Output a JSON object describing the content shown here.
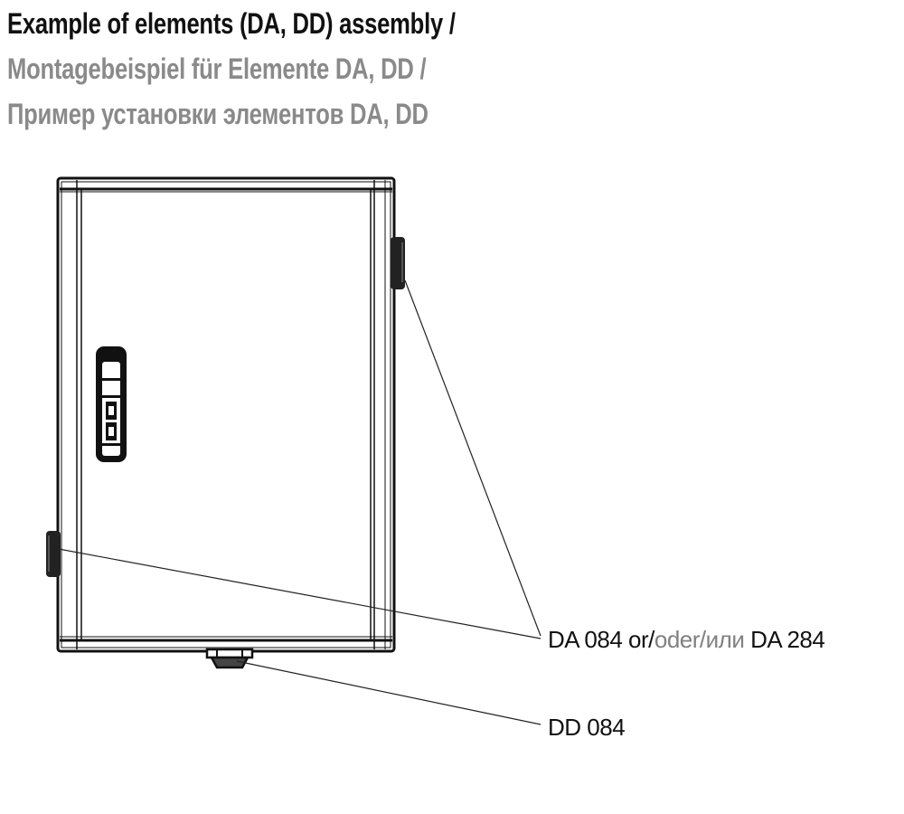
{
  "titles": {
    "en": "Example of elements (DA, DD) assembly /",
    "de": "Montagebeispiel für Elemente DA, DD /",
    "ru": "Пример установки элементов DA, DD"
  },
  "labels": {
    "da_part1": "DA 084 or/",
    "da_part2": "oder/или",
    "da_part3": " DA 284",
    "dd": "DD 084"
  },
  "colors": {
    "title": "#111111",
    "subtitle": "#8a8a8a"
  }
}
